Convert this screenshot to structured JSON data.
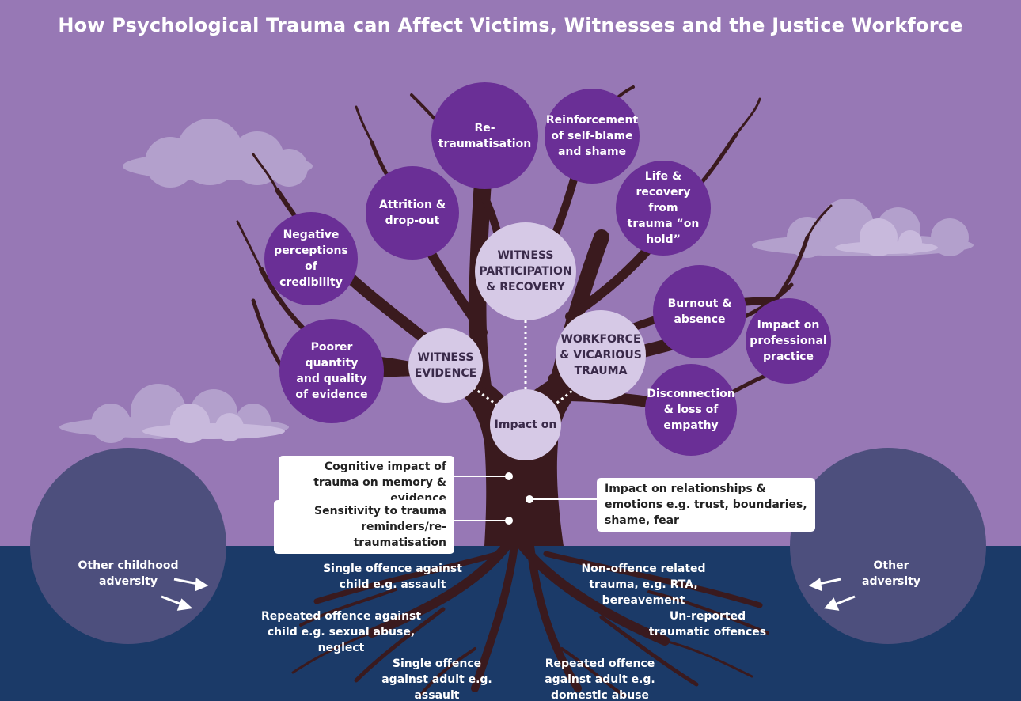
{
  "title": "How Psychological Trauma can Affect Victims, Witnesses and the Justice Workforce",
  "colors": {
    "sky": "#9778b5",
    "ground": "#1b3a68",
    "trunk": "#3a1a1e",
    "dark_circle": "#6a2f96",
    "light_circle": "#d6c9e6"
  },
  "hub": "Impact on",
  "categories": {
    "witness_participation": "WITNESS PARTICIPATION & RECOVERY",
    "witness_evidence": "WITNESS EVIDENCE",
    "workforce": "WORKFORCE & VICARIOUS TRAUMA"
  },
  "outcomes": {
    "re_traumatisation": "Re-traumatisation",
    "reinforcement": "Reinforcement of self-blame and shame",
    "attrition": "Attrition & drop-out",
    "life_recovery": "Life & recovery from trauma “on hold”",
    "negative_perceptions": "Negative perceptions of credibility",
    "burnout": "Burnout & absence",
    "impact_professional": "Impact on professional practice",
    "poorer_quality": "Poorer quantity and quality of evidence",
    "disconnection": "Disconnection & loss of empathy"
  },
  "callouts": {
    "cognitive": "Cognitive impact of trauma on memory & evidence",
    "sensitivity": "Sensitivity to trauma reminders/re-traumatisation",
    "relationships": "Impact on relationships & emotions e.g. trust, boundaries, shame, fear"
  },
  "roots": {
    "single_child": "Single offence against child e.g. assault",
    "repeated_child": "Repeated offence against child e.g. sexual abuse, neglect",
    "single_adult": "Single offence against adult e.g. assault",
    "non_offence": "Non-offence related trauma, e.g. RTA, bereavement",
    "unreported": "Un-reported traumatic offences",
    "repeated_adult": "Repeated offence against adult e.g. domestic abuse"
  },
  "side": {
    "childhood": "Other childhood adversity",
    "other": "Other adversity"
  }
}
